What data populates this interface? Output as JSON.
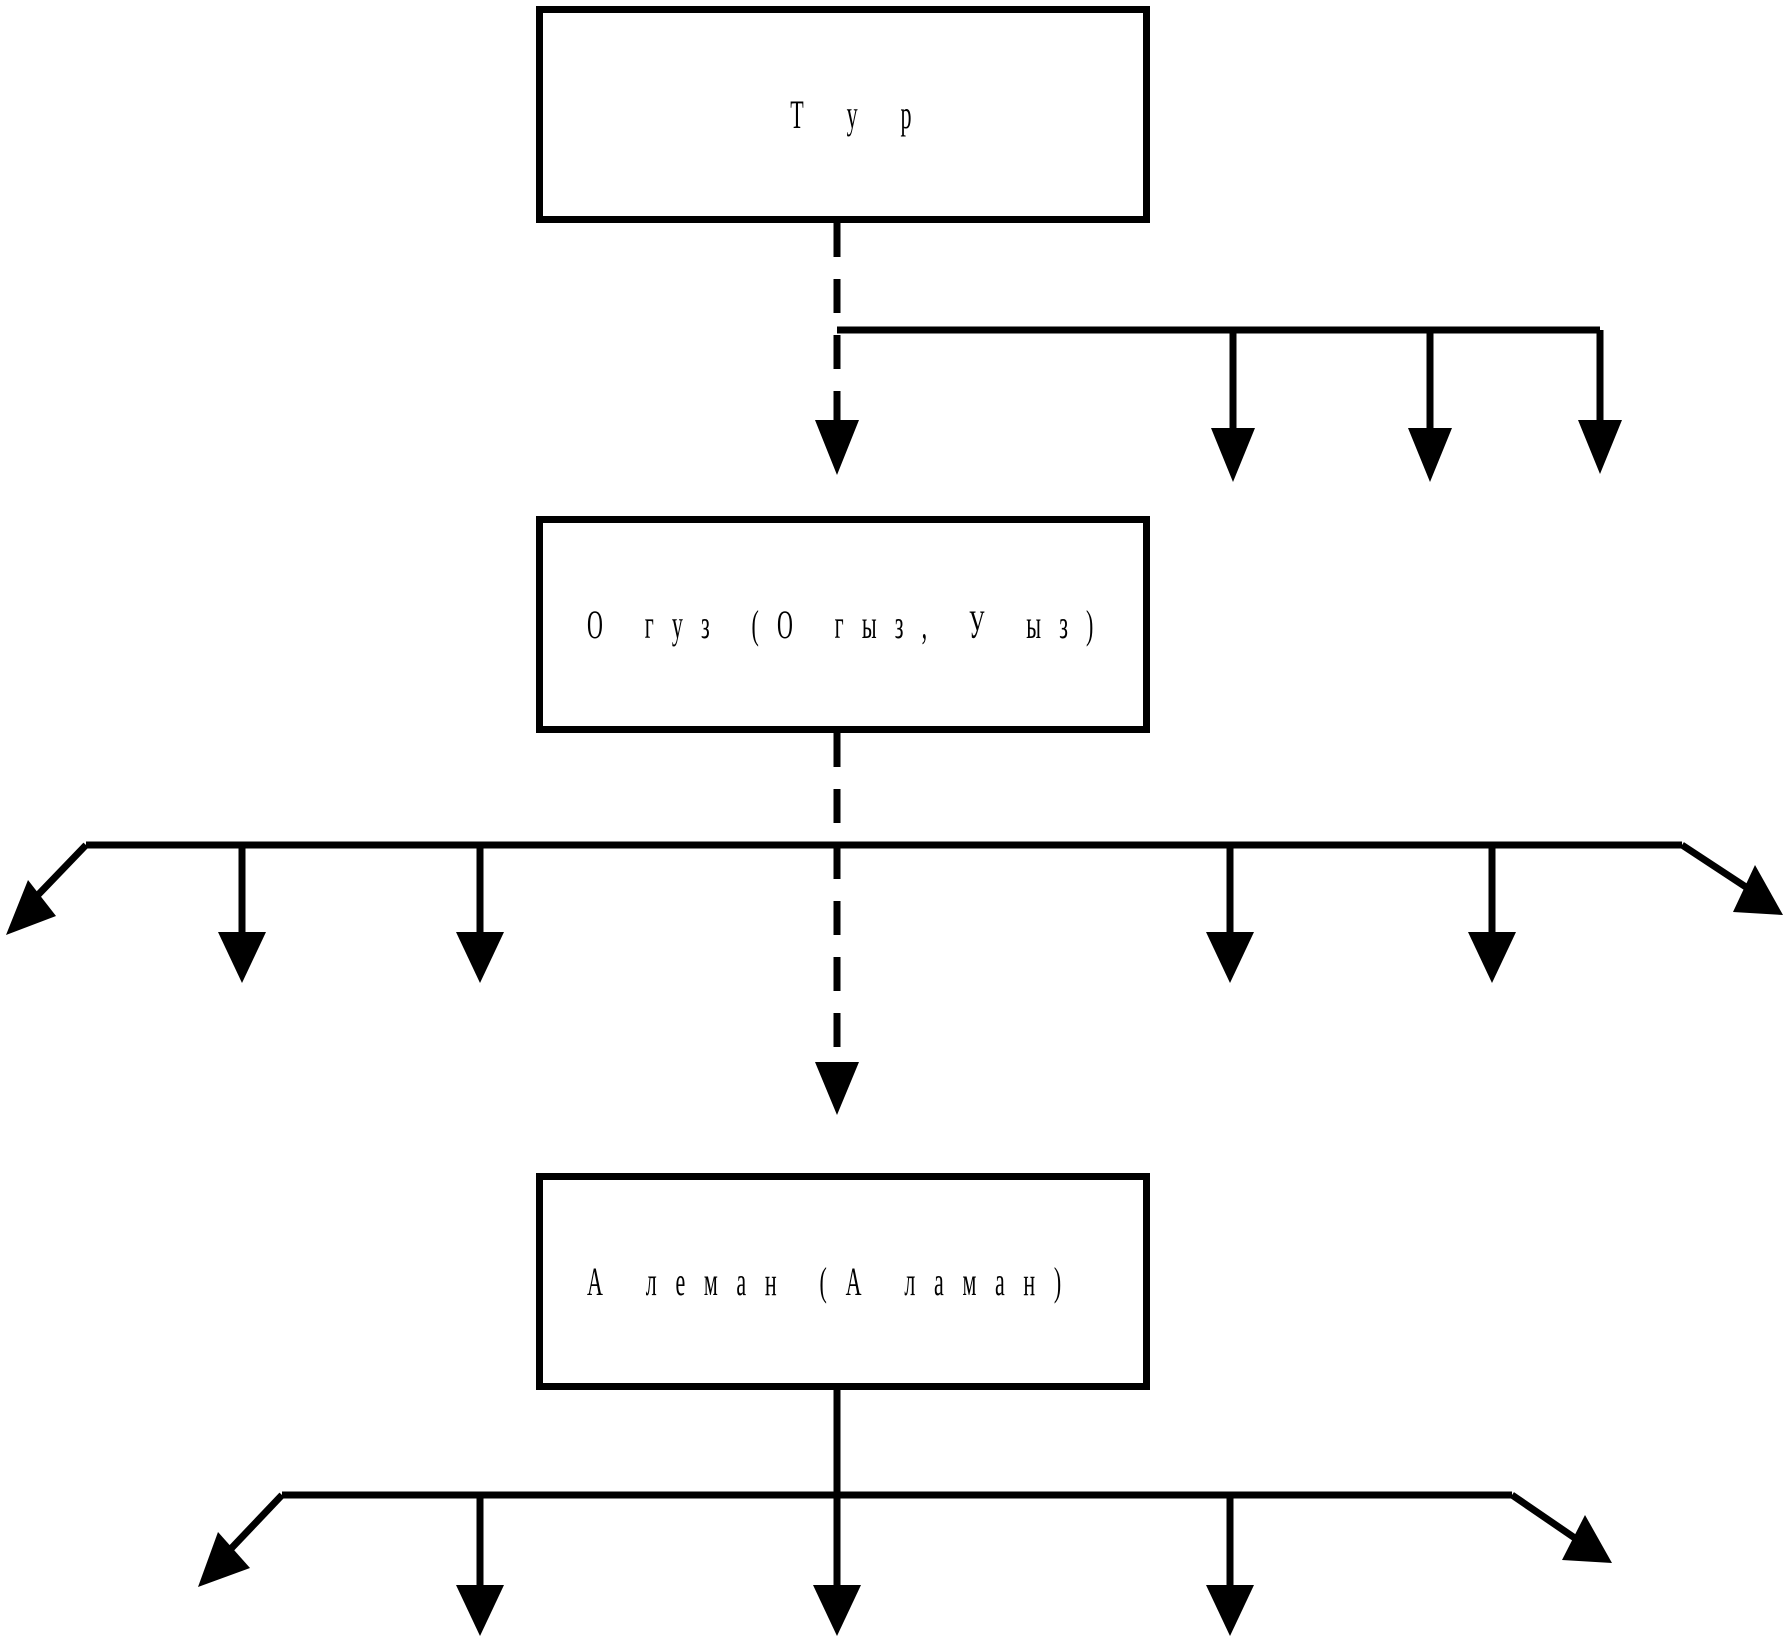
{
  "boxes": {
    "tur": {
      "label": "Т у р"
    },
    "oguz": {
      "label": "О гуз (О гыз, У ыз)"
    },
    "aleman": {
      "label": "А леман (А ламан)"
    }
  },
  "colors": {
    "stroke": "#000000",
    "background": "#ffffff"
  }
}
